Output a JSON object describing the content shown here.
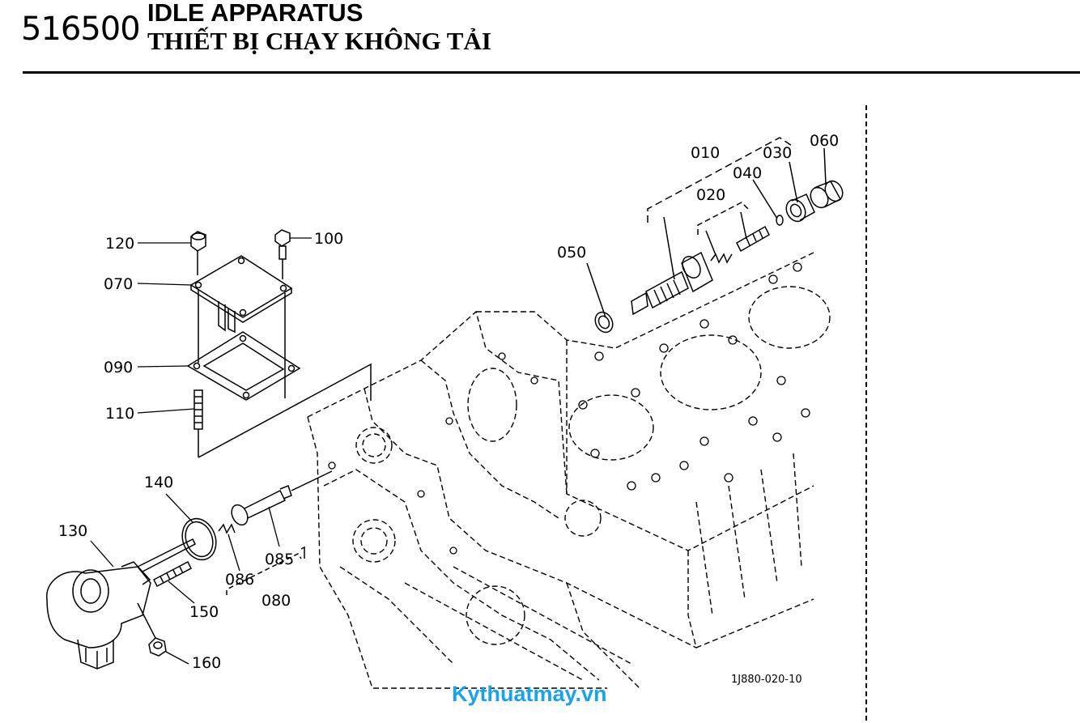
{
  "header": {
    "group_code": "516500",
    "title_en": "IDLE APPARATUS",
    "title_vn": "THIẾT BỊ CHẠY KHÔNG TẢI"
  },
  "parts": {
    "p010": "010",
    "p020": "020",
    "p030": "030",
    "p040": "040",
    "p050": "050",
    "p060": "060",
    "p070": "070",
    "p080": "080",
    "p085": "085",
    "p086": "086",
    "p090": "090",
    "p100": "100",
    "p110": "110",
    "p120": "120",
    "p130": "130",
    "p140": "140",
    "p150": "150",
    "p160": "160"
  },
  "diagram_ref": "1J880-020-10",
  "watermark": "Kythuatmay.vn"
}
